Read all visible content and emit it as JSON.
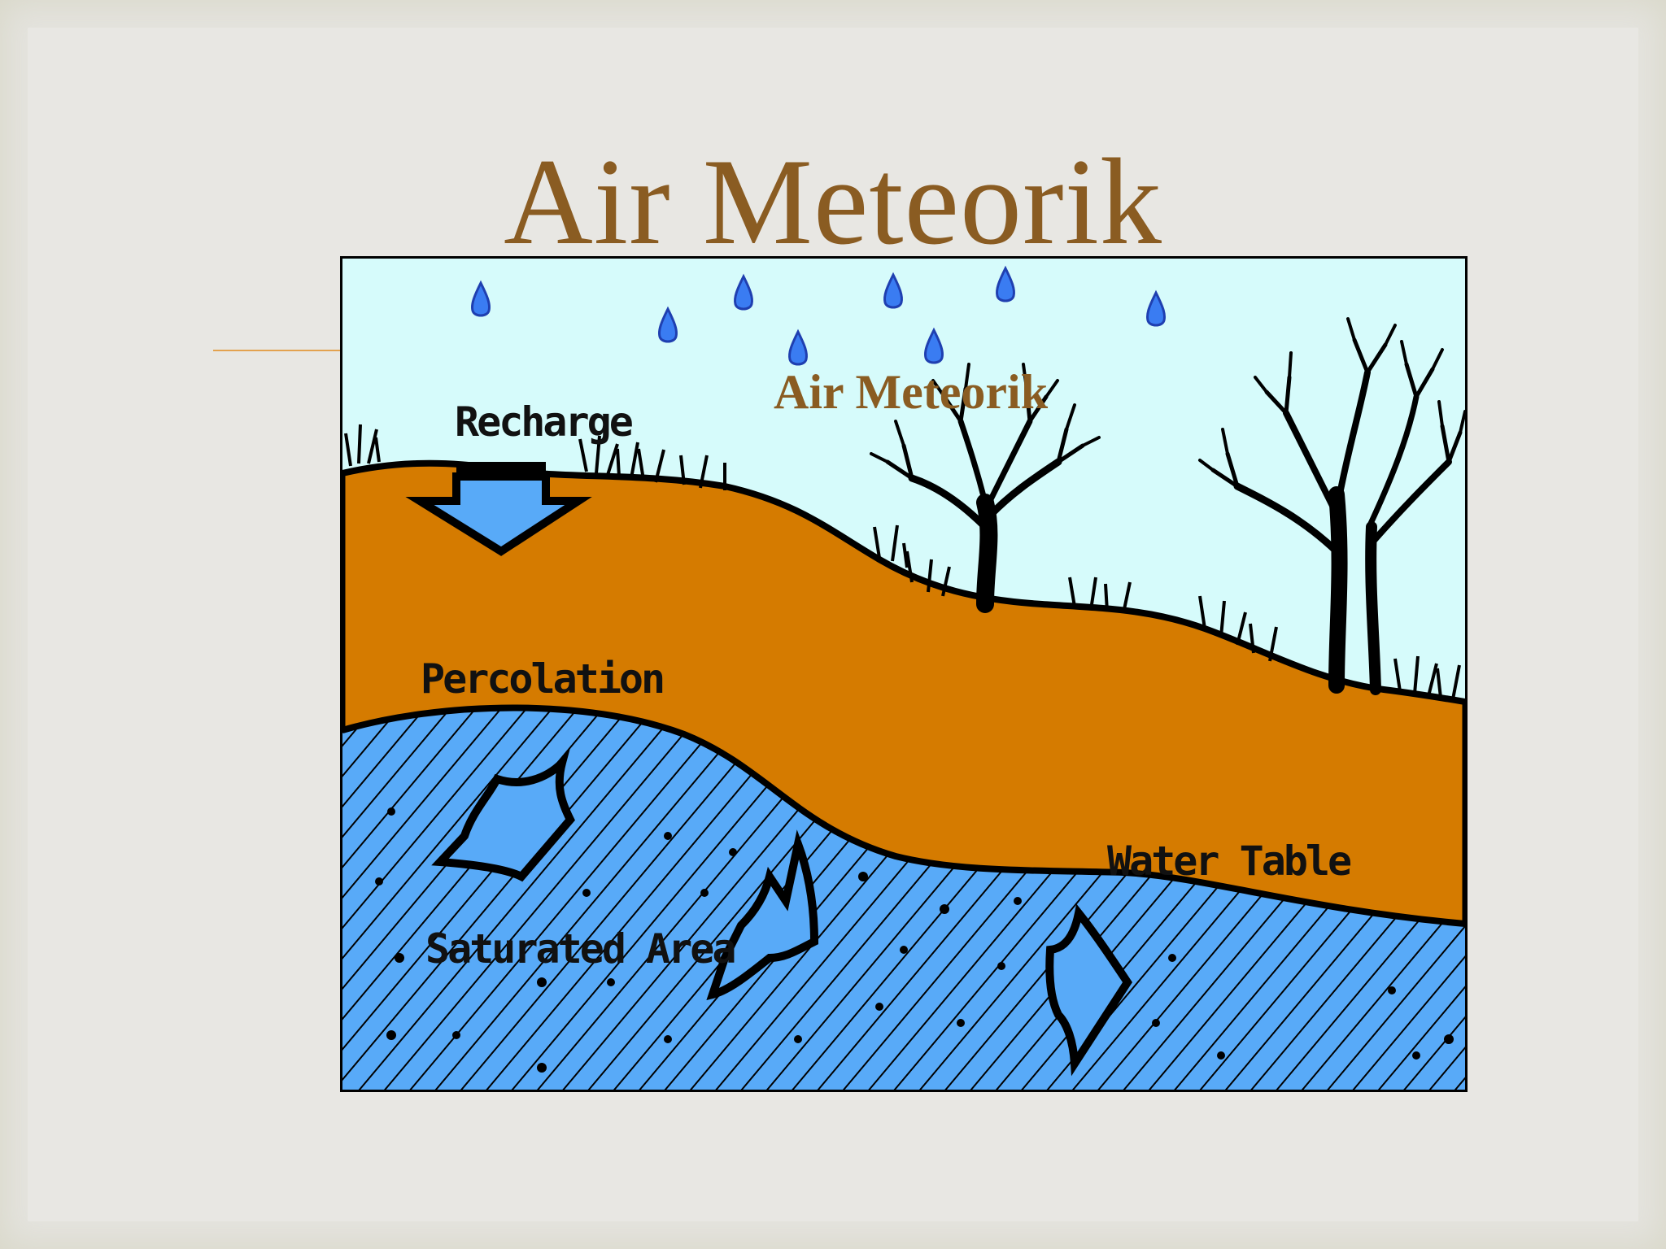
{
  "slide": {
    "title": "Air Meteorik"
  },
  "diagram": {
    "labels": {
      "meteorik": "Air Meteorik",
      "recharge": "Recharge",
      "percolation": "Percolation",
      "water_table": "Water Table",
      "saturated_area": "Saturated Area"
    },
    "colors": {
      "sky": "#d6fbfb",
      "soil": "#d57b00",
      "groundwater": "#58aaf8",
      "arrow": "#58aaf8",
      "raindrop": "#3a7cf2",
      "title": "#8a5c22",
      "outline": "#000000"
    },
    "icons": [
      "raindrop-icon",
      "tree-icon",
      "down-arrow-icon",
      "flow-arrow-icon",
      "grass-icon"
    ]
  }
}
